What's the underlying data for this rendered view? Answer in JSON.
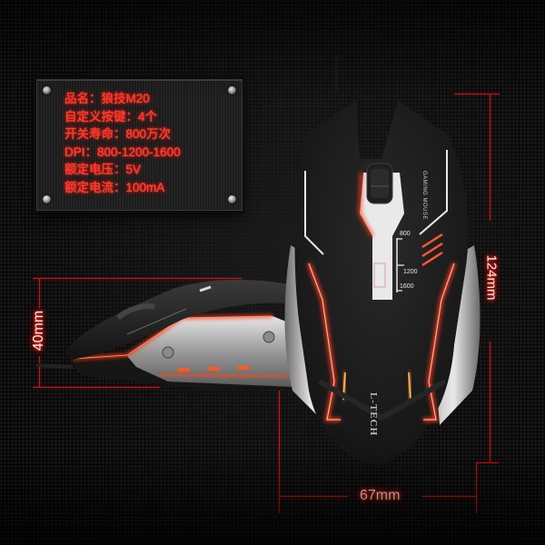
{
  "product": {
    "brand_logo": "L-TECH",
    "top_label_text": "GAMING MOUSE",
    "dpi_scale": [
      "800",
      "1200",
      "1600"
    ]
  },
  "spec_plate": {
    "items": [
      "品名：狼技M20",
      "自定义按键：4个",
      "开关寿命：800万次",
      "DPI：800-1200-1600",
      "额定电压：5V",
      "额定电流：100mA"
    ]
  },
  "dimensions": {
    "length": "124mm",
    "height": "40mm",
    "width": "67mm"
  },
  "colors": {
    "background": "#060606",
    "accent_red": "#ff2a1a",
    "dimension_line": "#c8141a",
    "mouse_body": "#1b1b1b",
    "silver_panel": "#c9c9c9",
    "glow_orange": "#ff7a1a"
  }
}
